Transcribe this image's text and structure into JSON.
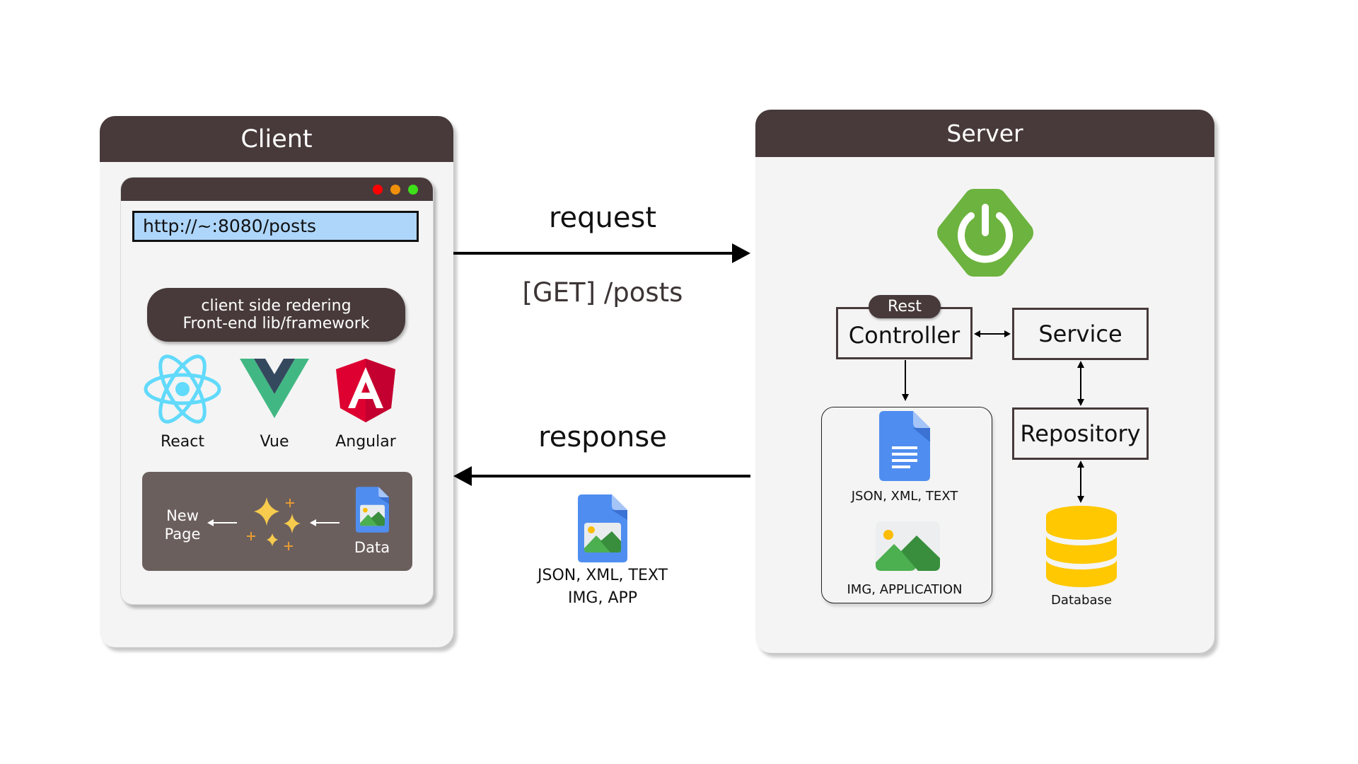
{
  "colors": {
    "header": "#483a3a",
    "panel_bg": "#f4f4f4",
    "url_bg": "#aed6fb",
    "data_box_bg": "#6b5f5e",
    "spring_green": "#6db33f",
    "react_blue": "#61dafb",
    "vue_green": "#41b883",
    "vue_dark": "#34495e",
    "angular_red": "#dd0031",
    "doc_blue": "#4f8ef0",
    "db_yellow": "#ffc800",
    "dot_red": "#ff0000",
    "dot_orange": "#f0900a",
    "dot_green": "#3ee01a"
  },
  "client": {
    "title": "Client",
    "browser": {
      "window_controls": [
        "close-dot",
        "minimize-dot",
        "maximize-dot"
      ],
      "url": "http://~:8080/posts"
    },
    "rendering_badge": {
      "line1": "client side redering",
      "line2": "Front-end lib/framework"
    },
    "frameworks": [
      {
        "name": "React",
        "icon": "react-icon"
      },
      {
        "name": "Vue",
        "icon": "vue-icon"
      },
      {
        "name": "Angular",
        "icon": "angular-icon"
      }
    ],
    "render_flow": {
      "new_page_line1": "New",
      "new_page_line2": "Page",
      "sparkle_icon": "sparkles-icon",
      "data_icon": "image-file-icon",
      "data_label": "Data"
    }
  },
  "transport": {
    "request_label": "request",
    "request_detail": "[GET] /posts",
    "response_label": "response",
    "response_icon": "image-file-icon",
    "response_detail_line1": "JSON, XML, TEXT",
    "response_detail_line2": "IMG, APP"
  },
  "server": {
    "title": "Server",
    "logo": "spring-power-icon",
    "controller": {
      "badge": "Rest",
      "label": "Controller"
    },
    "service": {
      "label": "Service"
    },
    "repository": {
      "label": "Repository"
    },
    "database": {
      "label": "Database",
      "icon": "database-icon"
    },
    "output": {
      "text_icon": "document-icon",
      "text_label": "JSON, XML, TEXT",
      "image_icon": "image-icon",
      "image_label": "IMG, APPLICATION"
    }
  }
}
